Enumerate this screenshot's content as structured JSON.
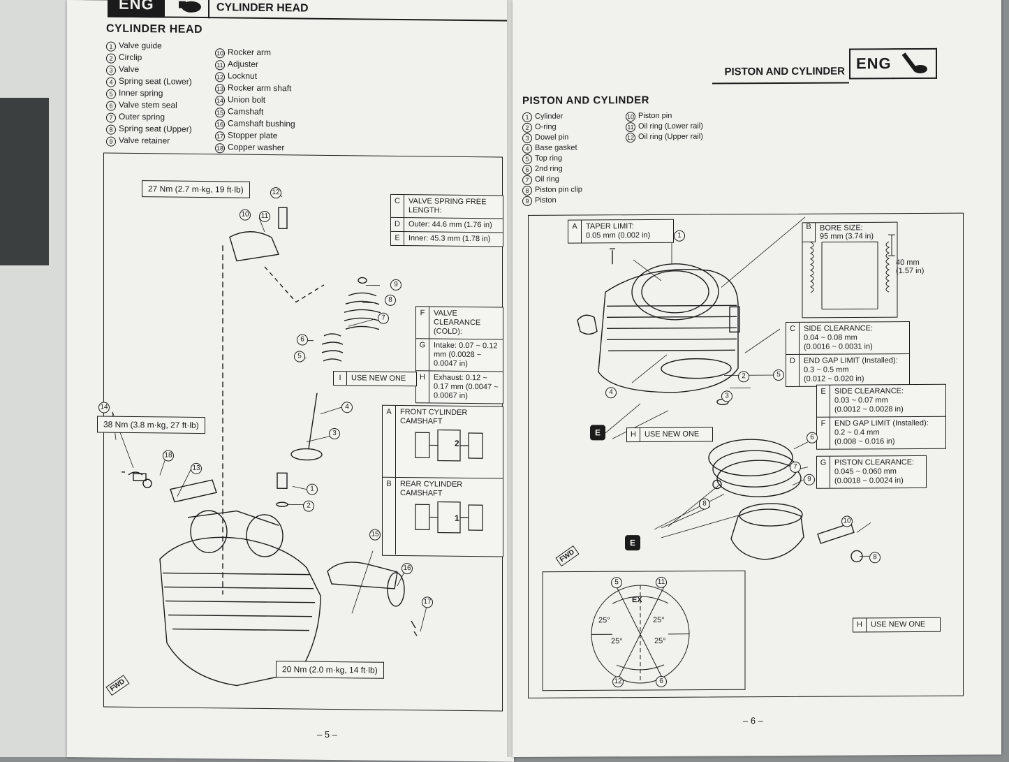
{
  "left_page": {
    "header": {
      "tag": "ENG",
      "title": "CYLINDER HEAD"
    },
    "section_title": "CYLINDER HEAD",
    "parts_col1": [
      {
        "n": "1",
        "name": "Valve guide"
      },
      {
        "n": "2",
        "name": "Circlip"
      },
      {
        "n": "3",
        "name": "Valve"
      },
      {
        "n": "4",
        "name": "Spring seat (Lower)"
      },
      {
        "n": "5",
        "name": "Inner spring"
      },
      {
        "n": "6",
        "name": "Valve stem seal"
      },
      {
        "n": "7",
        "name": "Outer spring"
      },
      {
        "n": "8",
        "name": "Spring seat (Upper)"
      },
      {
        "n": "9",
        "name": "Valve retainer"
      }
    ],
    "parts_col2": [
      {
        "n": "10",
        "name": "Rocker arm"
      },
      {
        "n": "11",
        "name": "Adjuster"
      },
      {
        "n": "12",
        "name": "Locknut"
      },
      {
        "n": "13",
        "name": "Rocker arm shaft"
      },
      {
        "n": "14",
        "name": "Union bolt"
      },
      {
        "n": "15",
        "name": "Camshaft"
      },
      {
        "n": "16",
        "name": "Camshaft bushing"
      },
      {
        "n": "17",
        "name": "Stopper plate"
      },
      {
        "n": "18",
        "name": "Copper washer"
      }
    ],
    "torque_12": "27 Nm (2.7 m·kg, 19 ft·lb)",
    "torque_14": "38 Nm (3.8 m·kg, 27 ft·lb)",
    "torque_17": "20 Nm (2.0 m·kg, 14 ft·lb)",
    "spec_c": {
      "rows": [
        {
          "letter": "C",
          "text": "VALVE SPRING FREE LENGTH:"
        },
        {
          "letter": "D",
          "text": "Outer:      44.6 mm (1.76 in)"
        },
        {
          "letter": "E",
          "text": "Inner:      45.3 mm (1.78 in)"
        }
      ]
    },
    "spec_f": {
      "rows": [
        {
          "letter": "F",
          "text": "VALVE CLEARANCE (COLD):"
        },
        {
          "letter": "G",
          "text": "Intake: 0.07 ~ 0.12 mm (0.0028 ~ 0.0047 in)"
        },
        {
          "letter": "H",
          "text": "Exhaust: 0.12 ~ 0.17 mm (0.0047 ~ 0.0067 in)"
        }
      ]
    },
    "spec_i": {
      "letter": "I",
      "text": "USE NEW ONE"
    },
    "camshaft_a": {
      "letter": "A",
      "text": "FRONT CYLINDER CAMSHAFT",
      "mark": "2"
    },
    "camshaft_b": {
      "letter": "B",
      "text": "REAR CYLINDER CAMSHAFT",
      "mark": "1"
    },
    "fwd": "FWD",
    "page_number": "– 5 –"
  },
  "right_page": {
    "header": {
      "tag": "ENG",
      "title": "PISTON AND CYLINDER"
    },
    "section_title": "PISTON AND CYLINDER",
    "parts_col1": [
      {
        "n": "1",
        "name": "Cylinder"
      },
      {
        "n": "2",
        "name": "O-ring"
      },
      {
        "n": "3",
        "name": "Dowel pin"
      },
      {
        "n": "4",
        "name": "Base gasket"
      },
      {
        "n": "5",
        "name": "Top ring"
      },
      {
        "n": "6",
        "name": "2nd ring"
      },
      {
        "n": "7",
        "name": "Oil ring"
      },
      {
        "n": "8",
        "name": "Piston pin clip"
      },
      {
        "n": "9",
        "name": "Piston"
      }
    ],
    "parts_col2": [
      {
        "n": "10",
        "name": "Piston pin"
      },
      {
        "n": "11",
        "name": "Oil ring (Lower rail)"
      },
      {
        "n": "12",
        "name": "Oil ring (Upper rail)"
      }
    ],
    "taper": {
      "letter": "A",
      "line1": "TAPER LIMIT:",
      "line2": "0.05 mm (0.002 in)"
    },
    "bore": {
      "letter": "B",
      "line1": "BORE SIZE:",
      "line2": "95 mm (3.74 in)",
      "dim1": "40 mm",
      "dim2": "(1.57 in)"
    },
    "ring_top": [
      {
        "letter": "C",
        "lines": [
          "SIDE CLEARANCE:",
          "0.04 ~ 0.08 mm",
          "(0.0016 ~ 0.0031 in)"
        ]
      },
      {
        "letter": "D",
        "lines": [
          "END GAP LIMIT (Installed):",
          "0.3 ~ 0.5 mm",
          "(0.012 ~ 0.020 in)"
        ]
      }
    ],
    "ring_2nd": [
      {
        "letter": "E",
        "lines": [
          "SIDE CLEARANCE:",
          "0.03 ~ 0.07 mm",
          "(0.0012 ~ 0.0028 in)"
        ]
      },
      {
        "letter": "F",
        "lines": [
          "END GAP LIMIT (Installed):",
          "0.2 ~ 0.4 mm",
          "(0.008 ~ 0.016 in)"
        ]
      }
    ],
    "piston_clear": {
      "letter": "G",
      "lines": [
        "PISTON CLEARANCE:",
        "0.045 ~ 0.060 mm",
        "(0.0018 ~ 0.0024 in)"
      ]
    },
    "use_new_h1": {
      "letter": "H",
      "text": "USE NEW ONE"
    },
    "use_new_h2": {
      "letter": "H",
      "text": "USE NEW ONE"
    },
    "ring_gap": {
      "ex": "EX",
      "angle": "25°"
    },
    "e_mark": "E",
    "fwd": "FWD",
    "page_number": "– 6 –"
  }
}
